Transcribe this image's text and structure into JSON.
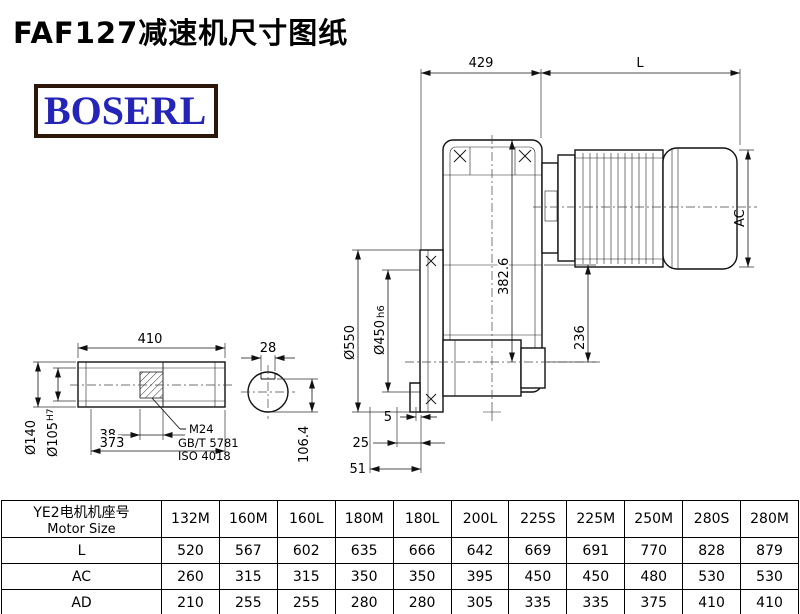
{
  "page": {
    "title": "FAF127减速机尺寸图纸"
  },
  "logo": {
    "text": "BOSERL"
  },
  "drawing": {
    "main": {
      "width_429": "429",
      "length_L": "L",
      "ac": "AC",
      "height_382_6": "382.6",
      "flange_dia": "Ø550",
      "spigot_dia": "Ø450",
      "spigot_tol": "h6",
      "height_236": "236",
      "offset_5": "5",
      "offset_25": "25",
      "offset_51": "51"
    },
    "shaft": {
      "length_410": "410",
      "key_width_28": "28",
      "length_38": "38",
      "length_373": "373",
      "outer_dia": "Ø140",
      "bore_dia": "Ø105",
      "bore_tol": "H7",
      "thread_note": "M24",
      "std_note_1": "GB/T 5781",
      "std_note_2": "ISO 4018",
      "key_height_106_4": "106.4"
    }
  },
  "table": {
    "header_cn": "YE2电机机座号",
    "header_en": "Motor Size",
    "columns": [
      "132M",
      "160M",
      "160L",
      "180M",
      "180L",
      "200L",
      "225S",
      "225M",
      "250M",
      "280S",
      "280M"
    ],
    "rows": [
      {
        "label": "L",
        "values": [
          "520",
          "567",
          "602",
          "635",
          "666",
          "642",
          "669",
          "691",
          "770",
          "828",
          "879"
        ]
      },
      {
        "label": "AC",
        "values": [
          "260",
          "315",
          "315",
          "350",
          "350",
          "395",
          "450",
          "450",
          "480",
          "530",
          "530"
        ]
      },
      {
        "label": "AD",
        "values": [
          "210",
          "255",
          "255",
          "280",
          "280",
          "305",
          "335",
          "335",
          "375",
          "410",
          "410"
        ]
      }
    ]
  }
}
